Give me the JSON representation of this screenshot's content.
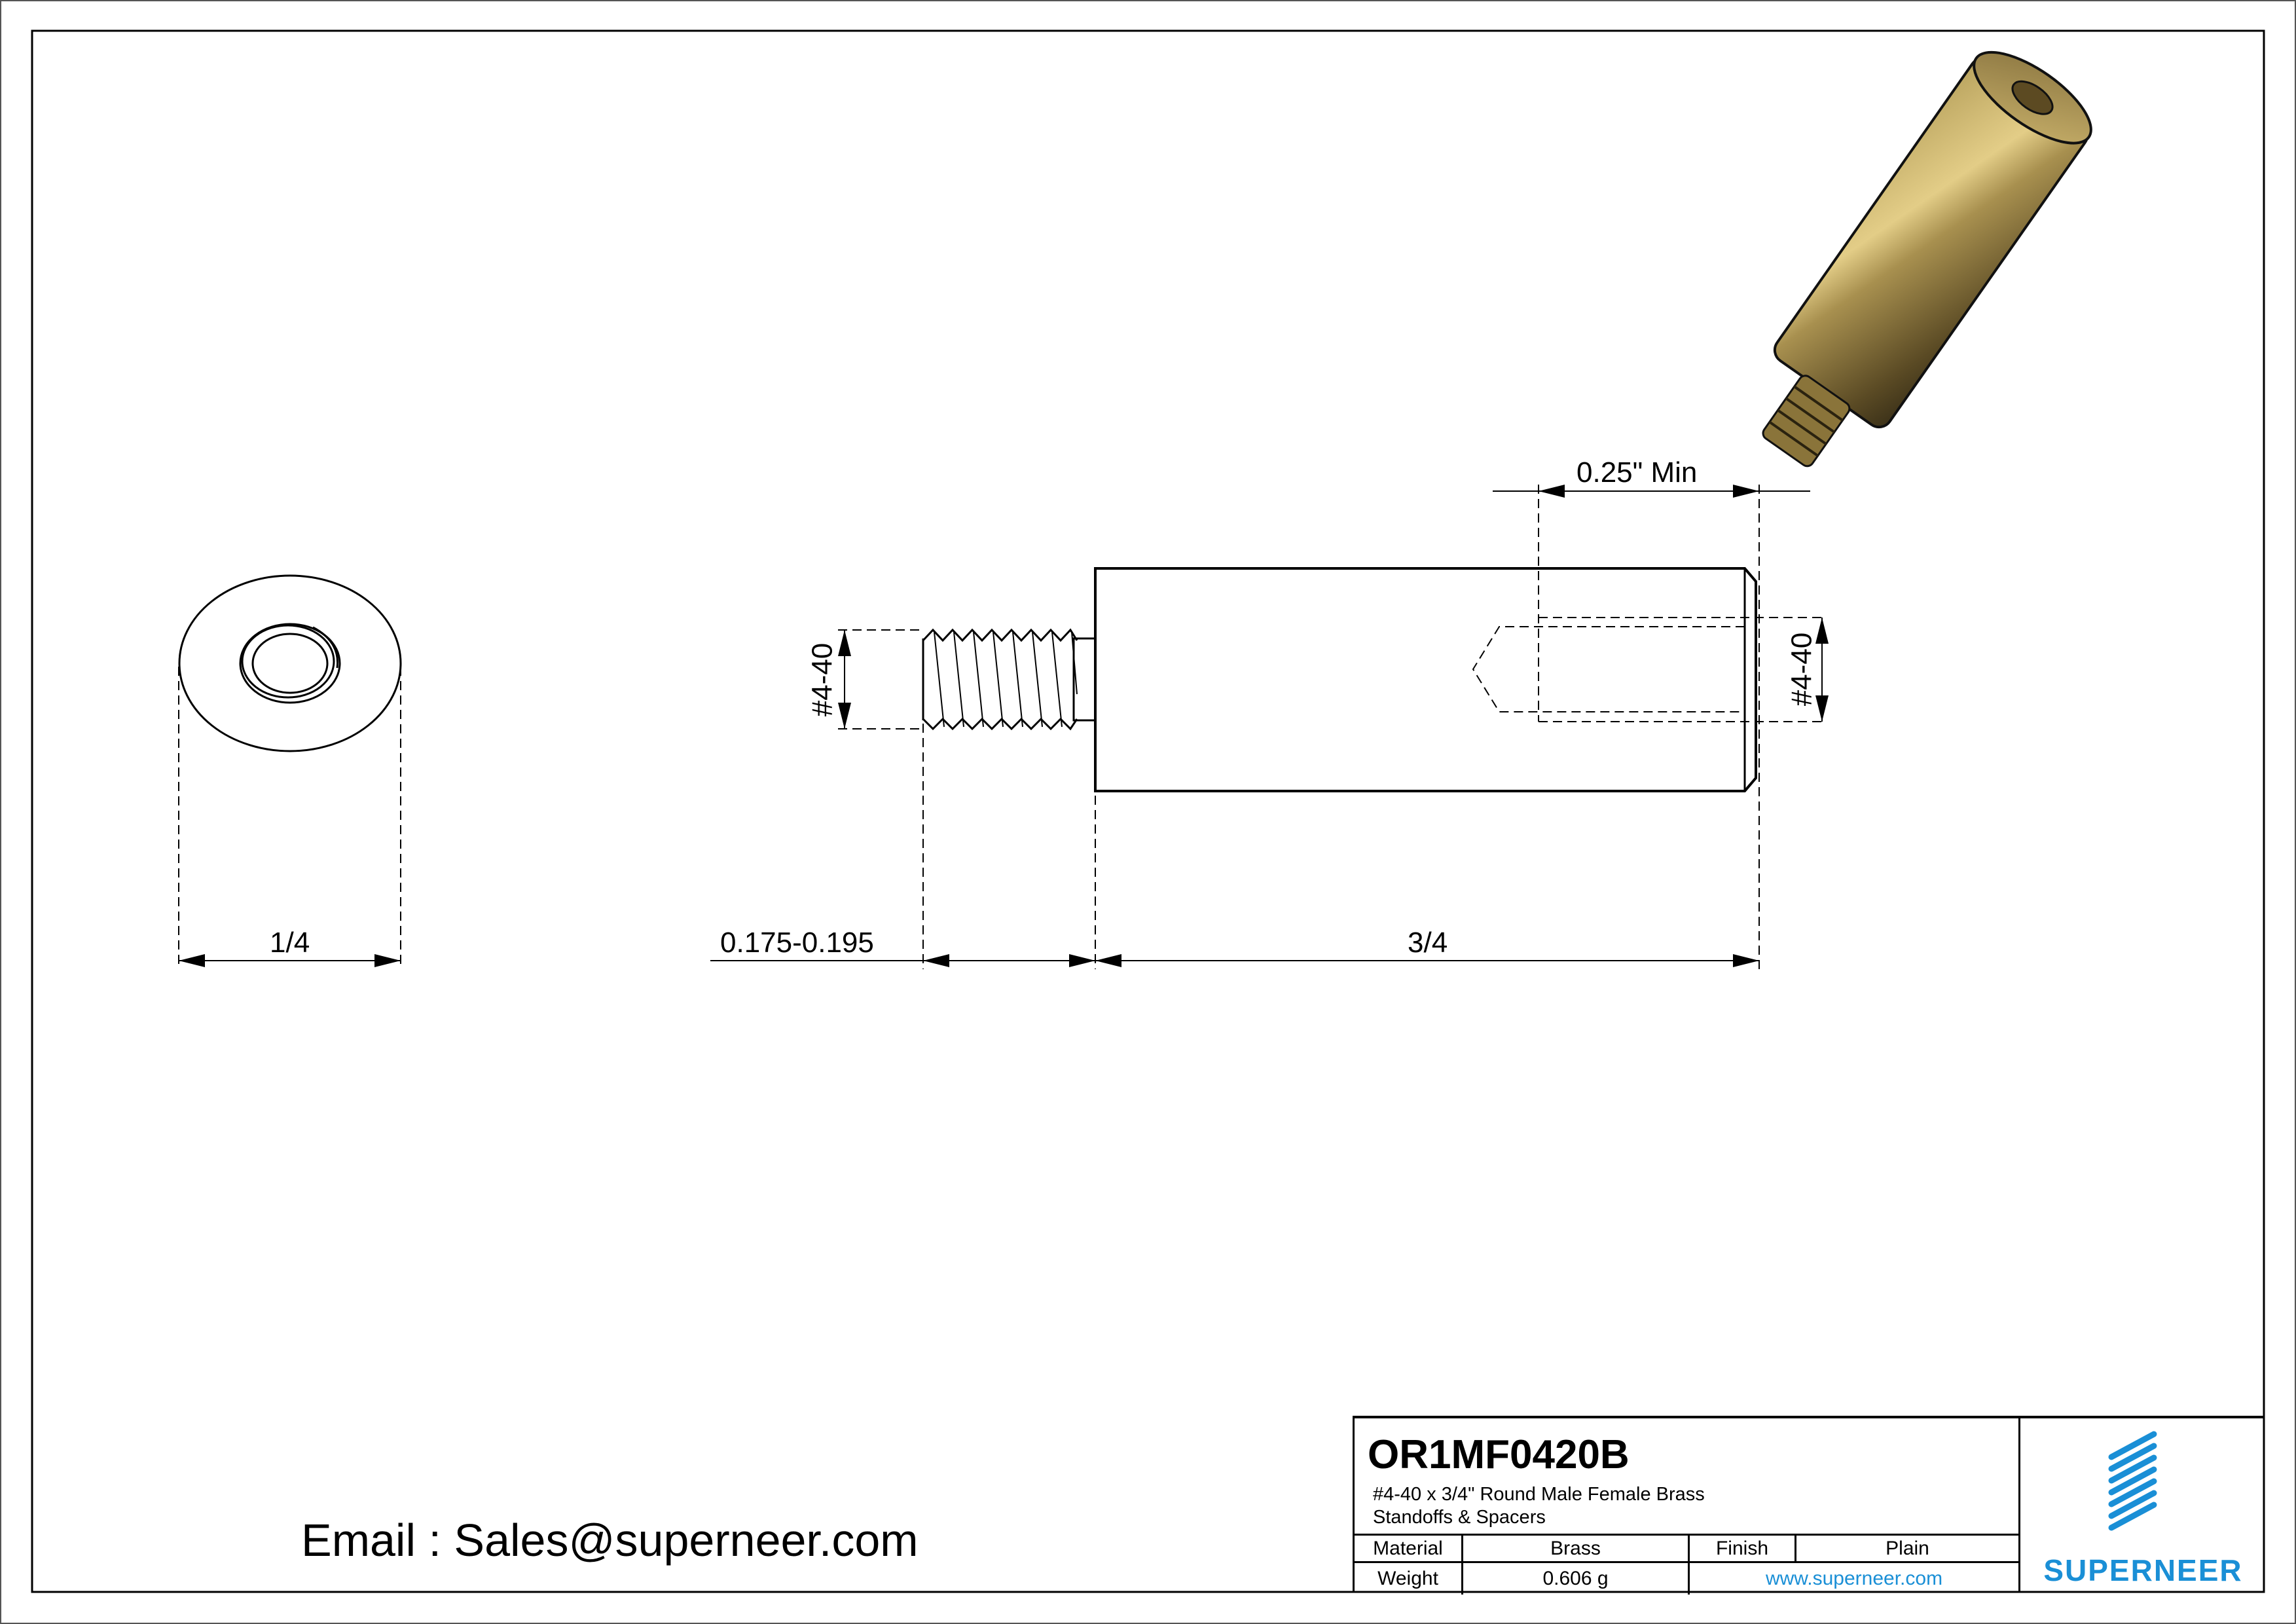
{
  "drawing": {
    "part_number": "OR1MF0420B",
    "description_line1": "#4-40 x 3/4\" Round Male Female Brass",
    "description_line2": "Standoffs & Spacers",
    "title_block": {
      "material_label": "Material",
      "material_value": "Brass",
      "finish_label": "Finish",
      "finish_value": "Plain",
      "weight_label": "Weight",
      "weight_value": "0.606 g",
      "website": "www.superneer.com"
    },
    "logo": {
      "icon": "striped-s-logo-icon",
      "wordmark": "SUPERNEER",
      "color": "#1a8fd6"
    },
    "email_note": "Email : Sales@superneer.com"
  },
  "dimensions": {
    "end_view_diameter": "1/4",
    "male_thread_length": "0.175-0.195",
    "body_length": "3/4",
    "male_thread_size": "#4-40",
    "female_thread_size": "#4-40",
    "female_thread_depth": "0.25\" Min"
  },
  "views": {
    "end_view": "end-view-circle",
    "side_view": "side-view-profile",
    "iso_view": "isometric-brass-render"
  },
  "colors": {
    "line": "#000000",
    "brass_light": "#d9c27a",
    "brass_mid": "#a88f4c",
    "brass_dark": "#4a3d1e",
    "accent_blue": "#1a8fd6"
  }
}
